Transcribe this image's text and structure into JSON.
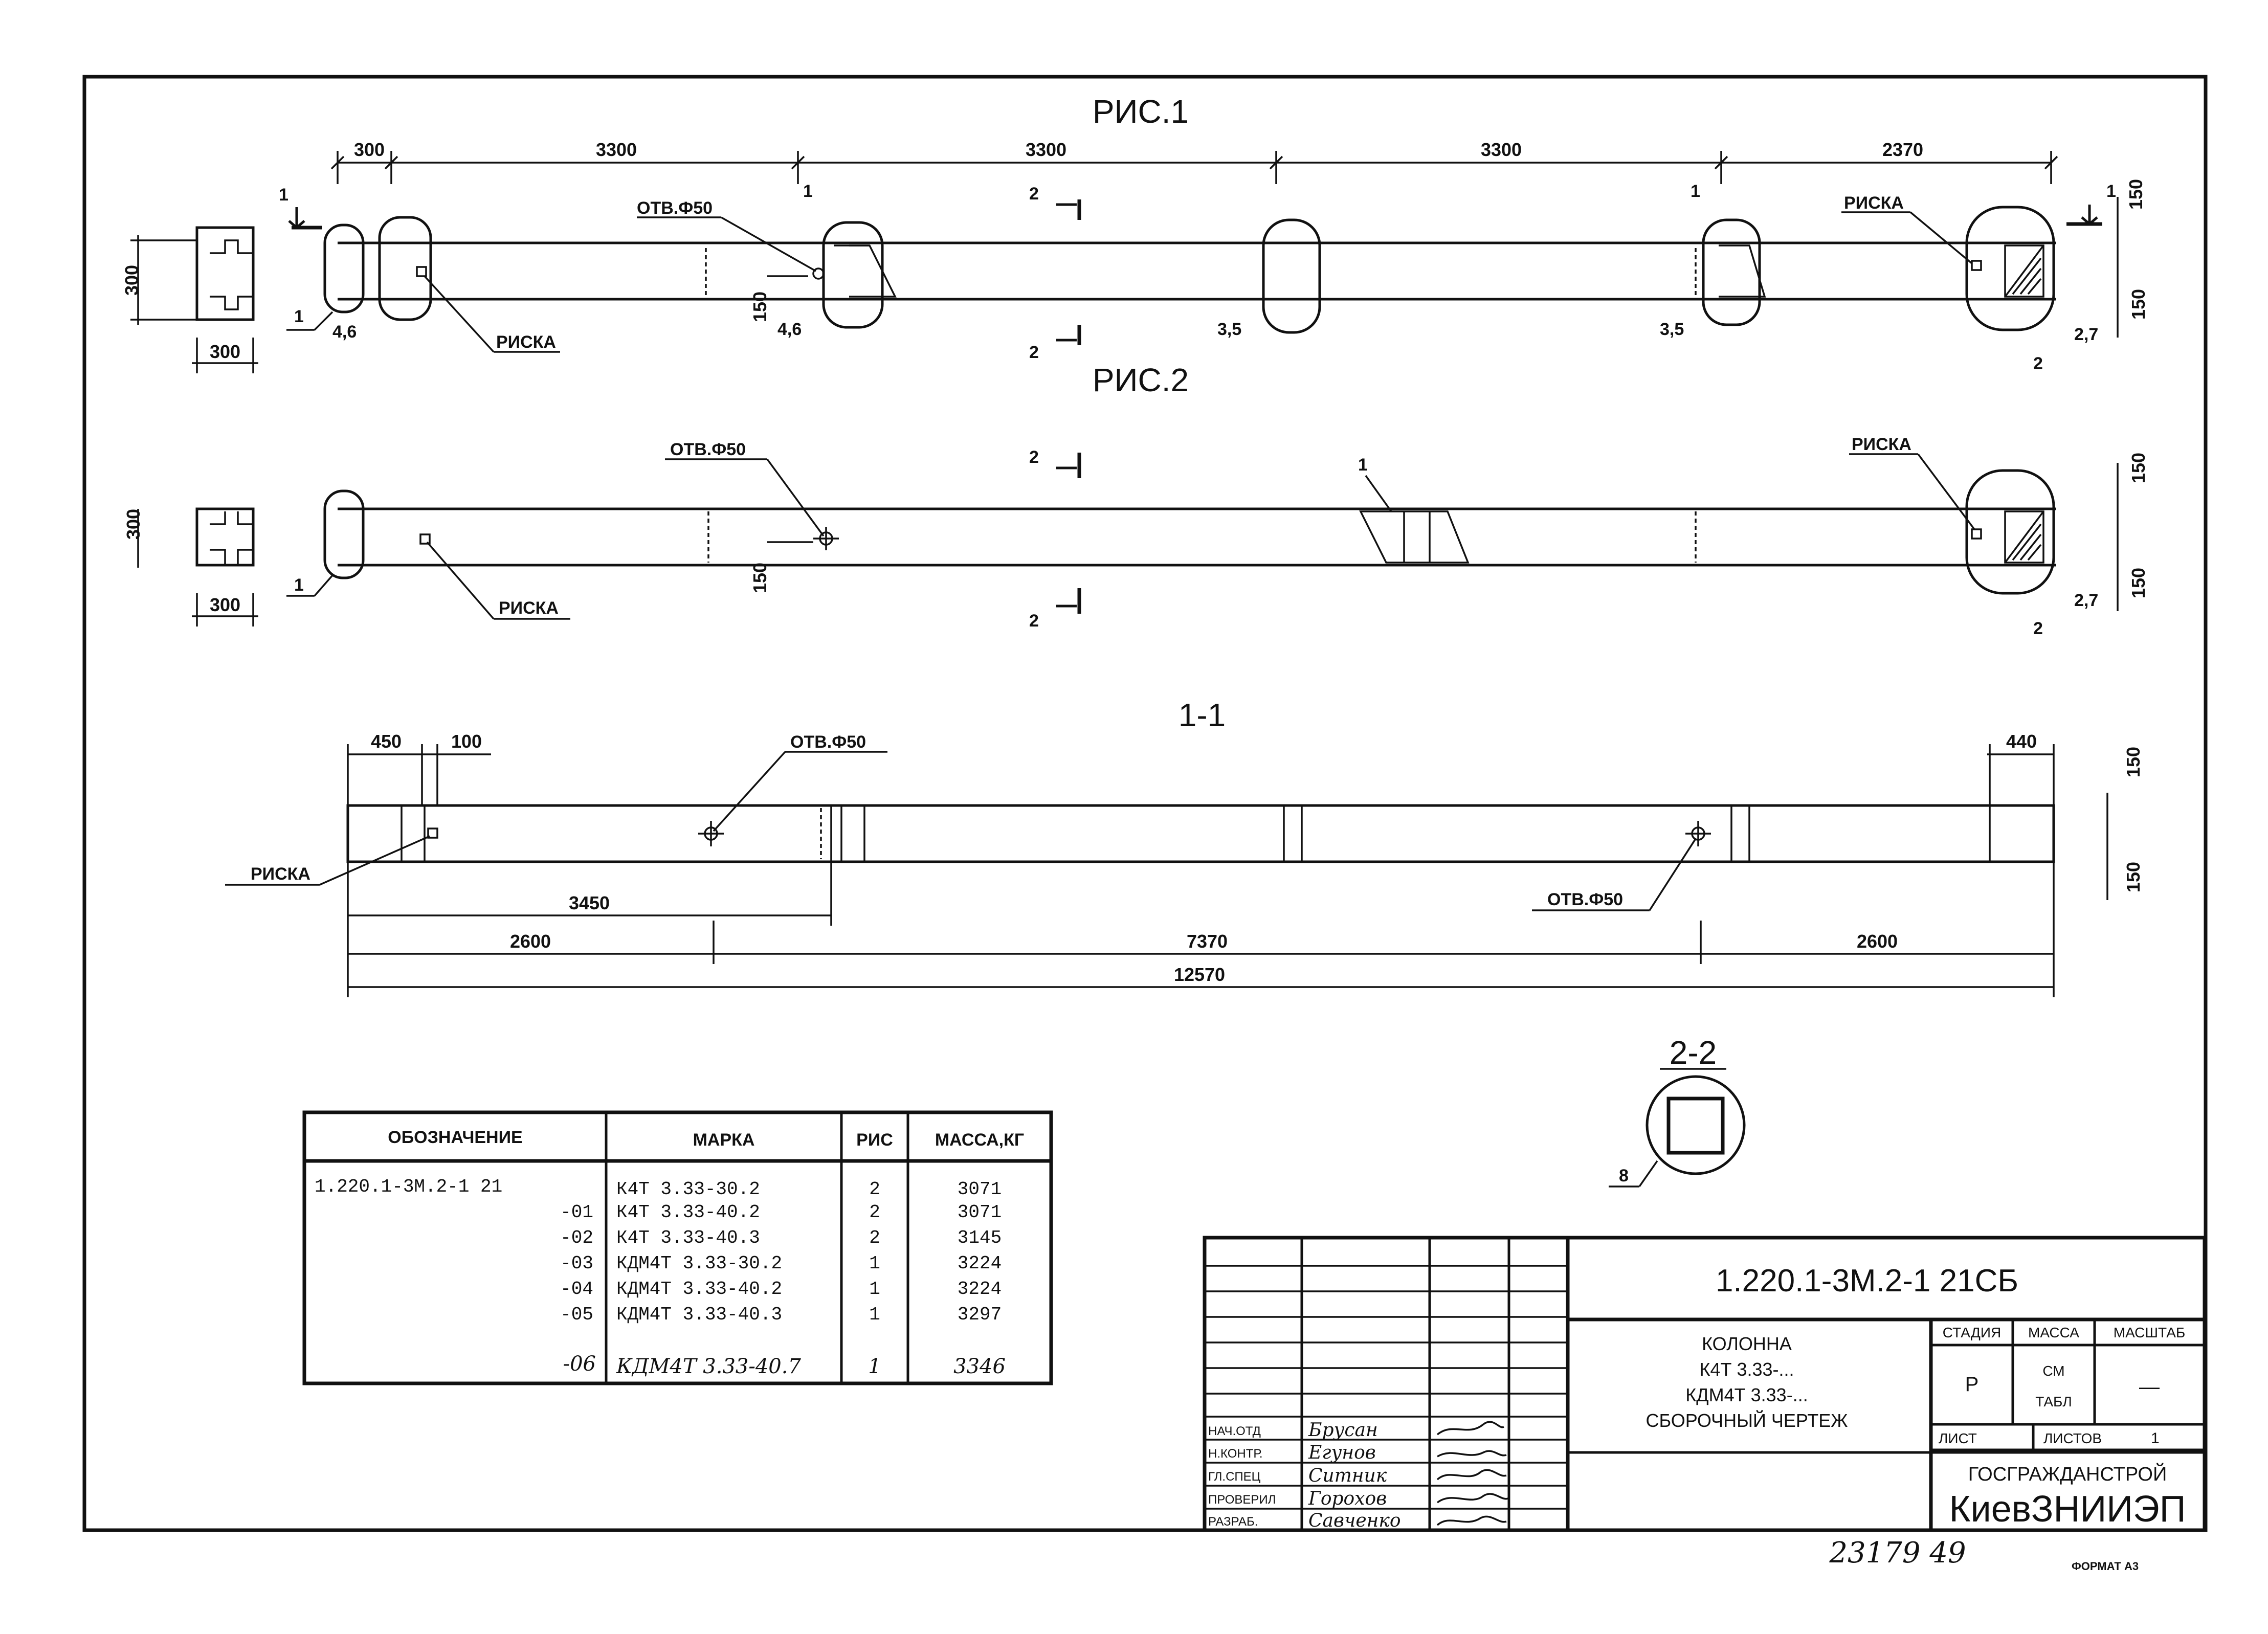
{
  "drawing": {
    "fig1_title": "РИС.1",
    "fig2_title": "РИС.2",
    "section_1_1": "1-1",
    "section_2_2": "2-2",
    "dims_fig1": [
      "300",
      "3300",
      "3300",
      "3300",
      "2370"
    ],
    "dim_300": "300",
    "dim_150": "150",
    "dim_450": "450",
    "dim_100": "100",
    "dim_440": "440",
    "dim_3450": "3450",
    "dim_2600": "2600",
    "dim_7370": "7370",
    "dim_12570": "12570",
    "hole_label": "ОТВ.Ф50",
    "mark_label": "РИСКА",
    "callouts": {
      "c1": "1",
      "c2": "2",
      "c8": "8",
      "c46": "4,6",
      "c35": "3,5",
      "c27": "2,7"
    }
  },
  "table": {
    "headers": [
      "ОБОЗНАЧЕНИЕ",
      "МАРКА",
      "РИС",
      "МАССА,КГ"
    ],
    "rows": [
      {
        "designation": "1.220.1-3М.2-1  21",
        "mark": "К4Т 3.33-30.2",
        "fig": "2",
        "mass": "3071"
      },
      {
        "designation": "-01",
        "mark": "К4Т 3.33-40.2",
        "fig": "2",
        "mass": "3071"
      },
      {
        "designation": "-02",
        "mark": "К4Т 3.33-40.3",
        "fig": "2",
        "mass": "3145"
      },
      {
        "designation": "-03",
        "mark": "КДМ4Т 3.33-30.2",
        "fig": "1",
        "mass": "3224"
      },
      {
        "designation": "-04",
        "mark": "КДМ4Т 3.33-40.2",
        "fig": "1",
        "mass": "3224"
      },
      {
        "designation": "-05",
        "mark": "КДМ4Т 3.33-40.3",
        "fig": "1",
        "mass": "3297"
      }
    ],
    "handwritten_row": {
      "designation": "-06",
      "mark": "КДМ4Т 3.33-40.7",
      "fig": "1",
      "mass": "3346"
    }
  },
  "title_block": {
    "doc_code": "1.220.1-3М.2-1  21СБ",
    "name_lines": [
      "КОЛОННА",
      "К4Т 3.33-...",
      "КДМ4Т 3.33-...",
      "СБОРОЧНЫЙ ЧЕРТЕЖ"
    ],
    "stage_header": "СТАДИЯ",
    "mass_header": "МАССА",
    "scale_header": "МАСШТАБ",
    "stage_value": "Р",
    "mass_value_1": "СМ",
    "mass_value_2": "ТАБЛ",
    "scale_value": "—",
    "sheet_label": "ЛИСТ",
    "sheets_label": "ЛИСТОВ",
    "sheets_value": "1",
    "org_line1": "ГОСГРАЖДАНСТРОЙ",
    "org_line2": "КиевЗНИИЭП",
    "roles": [
      "НАЧ.ОТД",
      "Н.КОНТР.",
      "ГЛ.СПЕЦ",
      "ПРОВЕРИЛ",
      "РАЗРАБ."
    ],
    "names": [
      "Брусан",
      "Егунов",
      "Ситник",
      "Горохов",
      "Савченко"
    ]
  },
  "footer": {
    "archive_number": "23179  49",
    "format": "ФОРМАТ А3"
  }
}
